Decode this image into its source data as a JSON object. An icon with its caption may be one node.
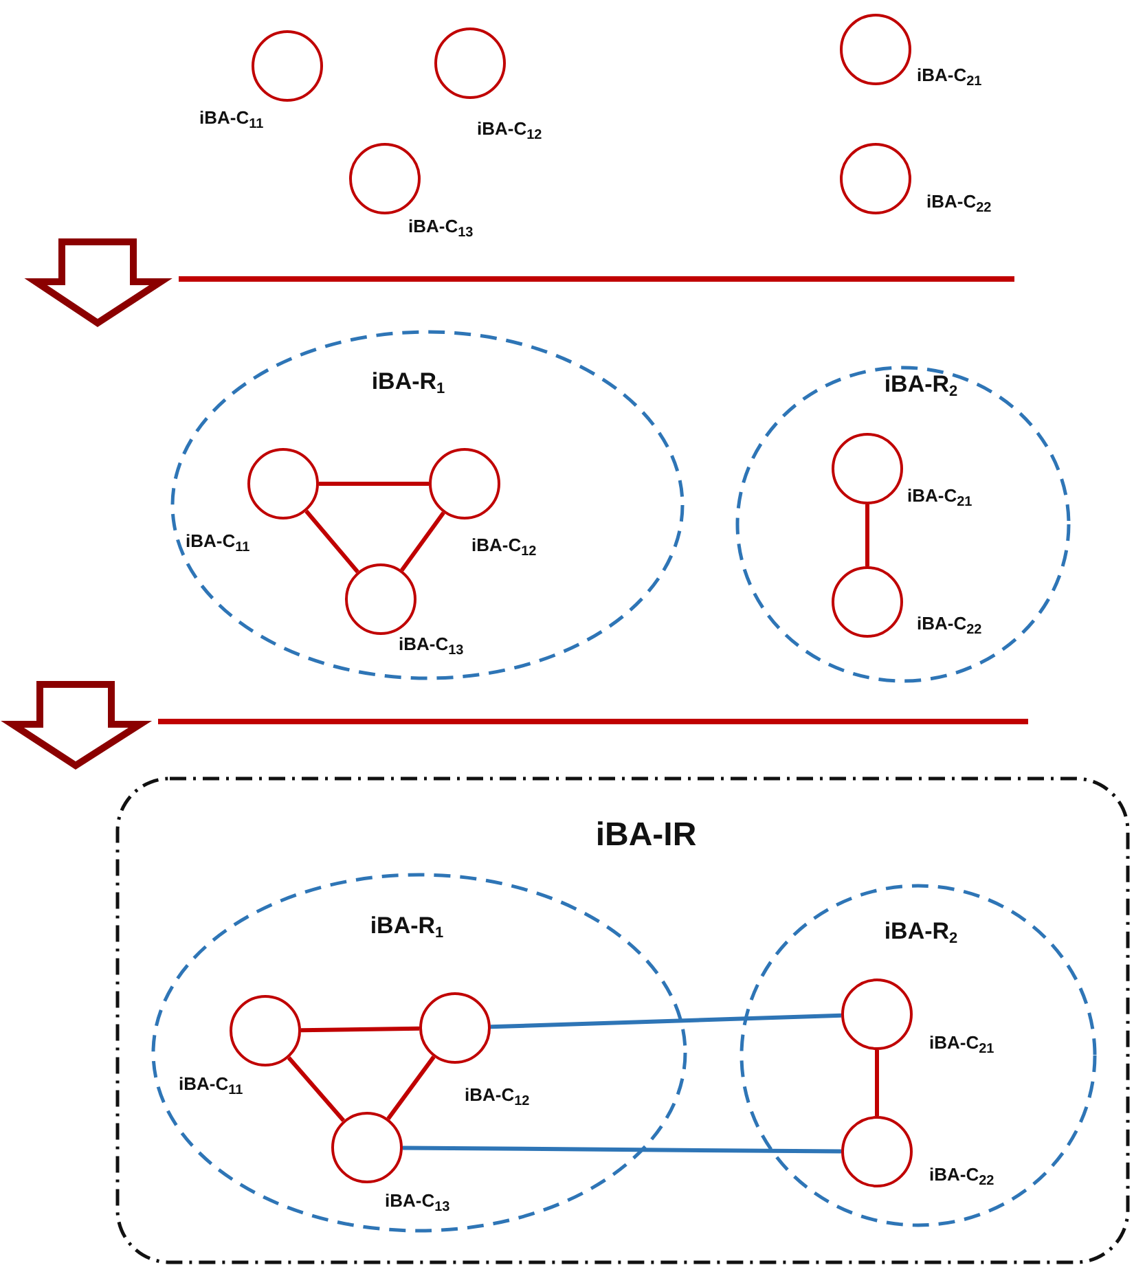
{
  "diagram": {
    "nodes": [
      {
        "text": [],
        "shape": "circle",
        "beside": [
          "iBA-C$_{11}$"
        ]
      },
      {
        "text": [],
        "shape": "circle",
        "beside": [
          "iBA-C$_{12}$"
        ]
      },
      {
        "text": [],
        "shape": "circle",
        "beside": [
          "iBA-C$_{13}$"
        ]
      },
      {
        "text": [],
        "shape": "circle",
        "beside": [
          "iBA-C$_{21}$"
        ]
      },
      {
        "text": [],
        "shape": "circle",
        "beside": [
          "iBA-C$_{22}$"
        ]
      },
      {
        "text": [
          "iBA-R$_{1}$"
        ]
      },
      {
        "text": [],
        "shape": "circle",
        "beside": [
          "iBA-C$_{11}$"
        ],
        "in": 5
      },
      {
        "text": [],
        "shape": "circle",
        "beside": [
          "iBA-C$_{12}$"
        ],
        "in": 5
      },
      {
        "text": [],
        "shape": "circle",
        "beside": [
          "iBA-C$_{13}$"
        ],
        "in": 5
      },
      {
        "text": [
          "iBA-R$_{2}$"
        ]
      },
      {
        "text": [],
        "shape": "circle",
        "beside": [
          "iBA-C$_{21}$"
        ],
        "in": 9
      },
      {
        "text": [],
        "shape": "circle",
        "beside": [
          "iBA-C$_{22}$"
        ],
        "in": 9
      },
      {
        "text": [
          "iBA-IR"
        ]
      },
      {
        "text": [
          "iBA-R$_{1}$"
        ],
        "in": 12
      },
      {
        "text": [],
        "shape": "circle",
        "beside": [
          "iBA-C$_{11}$"
        ],
        "in": 13
      },
      {
        "text": [],
        "shape": "circle",
        "beside": [
          "iBA-C$_{12}$"
        ],
        "in": 13
      },
      {
        "text": [],
        "shape": "circle",
        "beside": [
          "iBA-C$_{13}$"
        ],
        "in": 13
      },
      {
        "text": [
          "iBA-R$_{2}$"
        ],
        "in": 12
      },
      {
        "text": [],
        "shape": "circle",
        "beside": [
          "iBA-C$_{21}$"
        ],
        "in": 17
      },
      {
        "text": [],
        "shape": "circle",
        "beside": [
          "iBA-C$_{22}$"
        ],
        "in": 17
      }
    ],
    "edges": [
      {
        "from": 6,
        "to": 7,
        "arrow": "none"
      },
      {
        "from": 7,
        "to": 8,
        "arrow": "none"
      },
      {
        "from": 8,
        "to": 6,
        "arrow": "none"
      },
      {
        "from": 10,
        "to": 11,
        "arrow": "none"
      },
      {
        "from": 14,
        "to": 15,
        "arrow": "none"
      },
      {
        "from": 15,
        "to": 16,
        "arrow": "none"
      },
      {
        "from": 16,
        "to": 14,
        "arrow": "none"
      },
      {
        "from": 18,
        "to": 19,
        "arrow": "none"
      },
      {
        "from": 15,
        "to": 18,
        "arrow": "none",
        "color": "#2e75b6"
      },
      {
        "from": 16,
        "to": 19,
        "arrow": "none",
        "color": "#2e75b6"
      }
    ]
  }
}
